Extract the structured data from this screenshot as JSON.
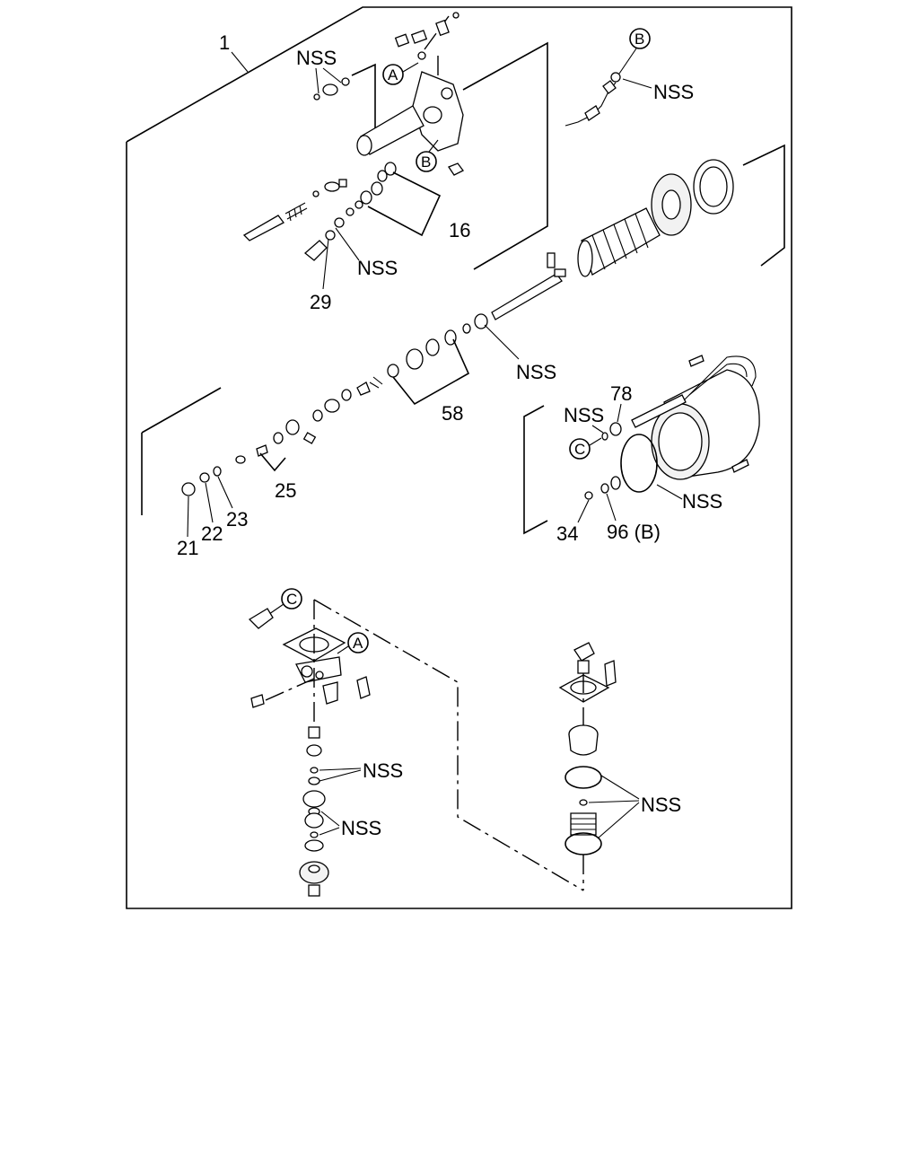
{
  "callouts": {
    "assembly": "1",
    "c16": "16",
    "c29": "29",
    "c58": "58",
    "c78": "78",
    "c25": "25",
    "c21": "21",
    "c22": "22",
    "c23": "23",
    "c34": "34",
    "c96": "96 (B)"
  },
  "nss_label": "NSS",
  "refs": {
    "a": "A",
    "b": "B",
    "c": "C"
  }
}
